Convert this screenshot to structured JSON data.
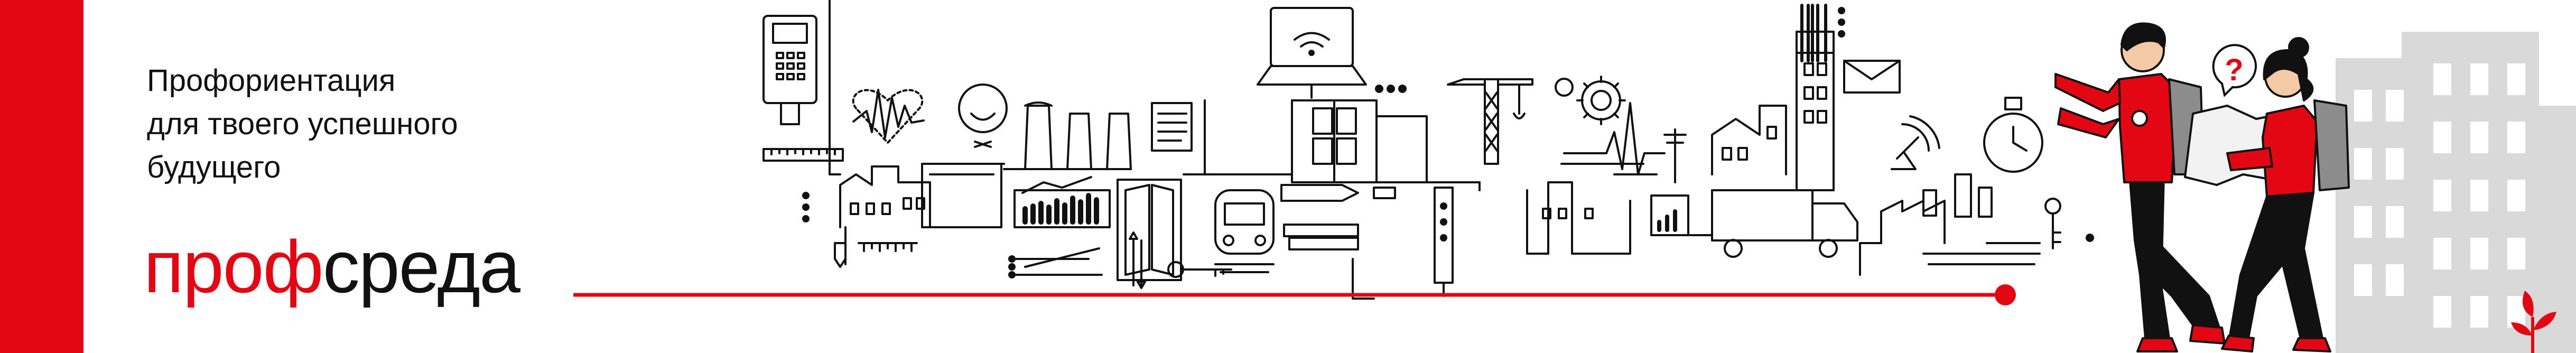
{
  "banner": {
    "tagline": [
      "Профориентация",
      "для твоего успешного",
      "будущего"
    ],
    "logo": {
      "part1": "проф",
      "part2": "среда"
    },
    "colors": {
      "accent": "#e30613",
      "ink": "#111111",
      "building": "#d9d9d9",
      "background": "#ffffff"
    },
    "icons": {
      "line_art": "industrial-city-icon",
      "people": "students-icon",
      "question": "question-bubble-icon",
      "sprout": "sprout-icon"
    },
    "bubble_glyph": "?"
  }
}
